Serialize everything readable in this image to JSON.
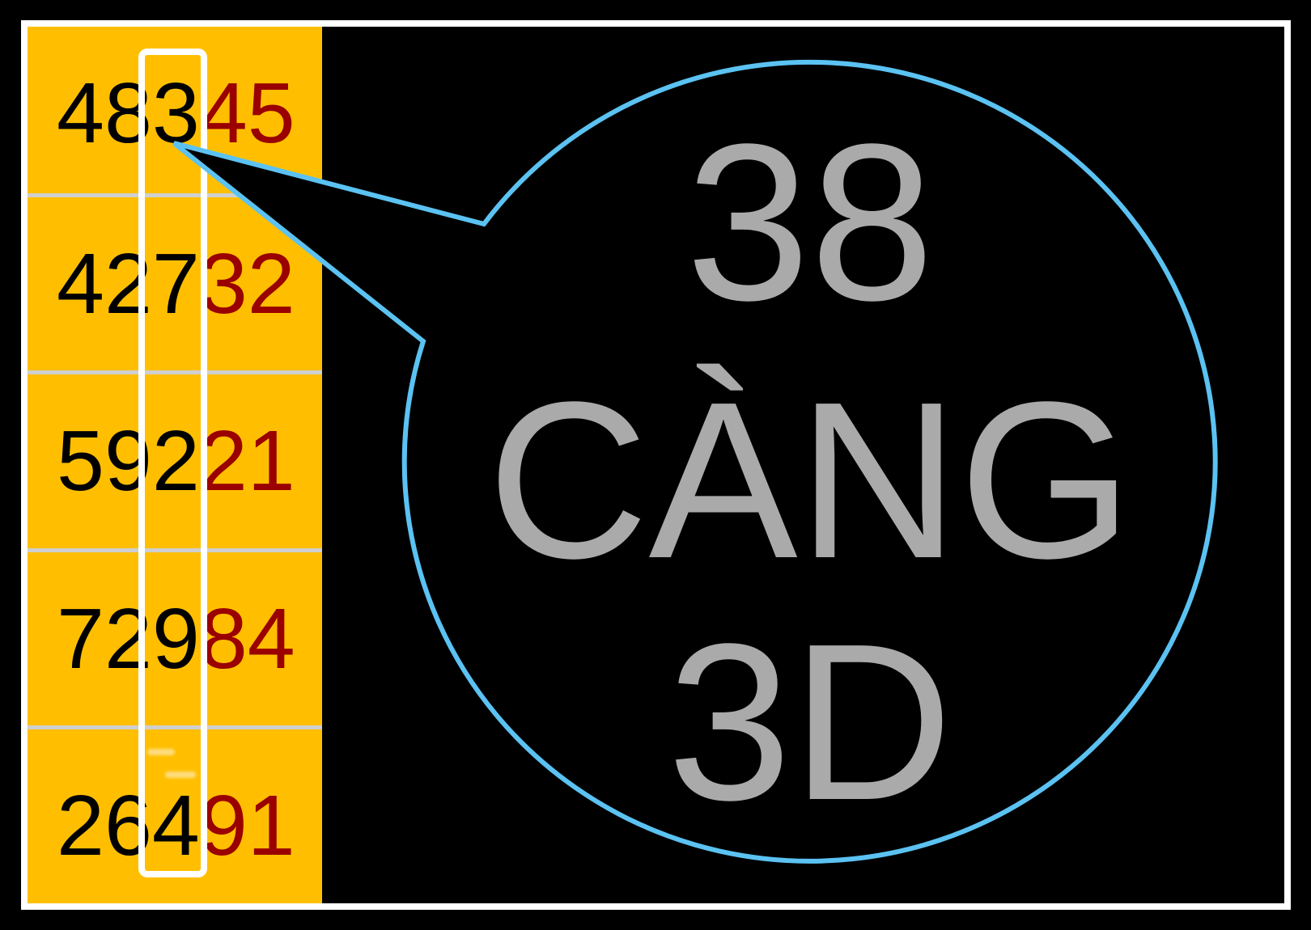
{
  "table": {
    "rows": [
      {
        "head": "483",
        "tail": "45"
      },
      {
        "head": "427",
        "tail": "32"
      },
      {
        "head": "592",
        "tail": "21"
      },
      {
        "head": "729",
        "tail": "84"
      },
      {
        "head": "264",
        "tail": "91"
      }
    ],
    "highlighted_column_index": 2,
    "highlighted_digits": [
      "3",
      "7",
      "2",
      "9",
      "4"
    ]
  },
  "callout": {
    "line1": "38",
    "line2": "CÀNG",
    "line3": "3D"
  },
  "colors": {
    "panel_background": "#ffbf00",
    "head_digits": "#000000",
    "tail_digits": "#9a0000",
    "row_separator": "#cfcfcf",
    "highlight_border": "#ffffff",
    "callout_stroke": "#5bc2f2",
    "callout_text": "#aaaaaa",
    "frame_border": "#ffffff",
    "background": "#000000"
  }
}
